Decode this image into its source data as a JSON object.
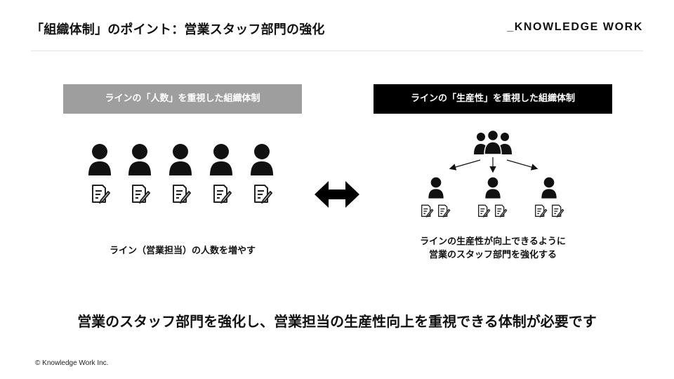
{
  "header": {
    "title": "「組織体制」のポイント：営業スタッフ部門の強化",
    "logo": "_KNOWLEDGE WORK"
  },
  "left_panel": {
    "heading": "ラインの「人数」を重視した組織体制",
    "caption": "ライン（営業担当）の人数を増やす",
    "icons": [
      "person-icon",
      "document-pencil-icon"
    ]
  },
  "right_panel": {
    "heading": "ラインの「生産性」を重視した組織体制",
    "caption_line1": "ラインの生産性が向上できるように",
    "caption_line2": "営業のスタッフ部門を強化する",
    "icons": [
      "group-icon",
      "arrow-icon",
      "person-icon",
      "document-pencil-icon"
    ]
  },
  "comparison_icon": "double-arrow-icon",
  "conclusion": "営業のスタッフ部門を強化し、営業担当の生産性向上を重視できる体制が必要です",
  "footer": {
    "copyright": "© Knowledge Work Inc."
  },
  "colors": {
    "left_header_bg": "#9e9e9e",
    "right_header_bg": "#000000",
    "text": "#111111"
  }
}
